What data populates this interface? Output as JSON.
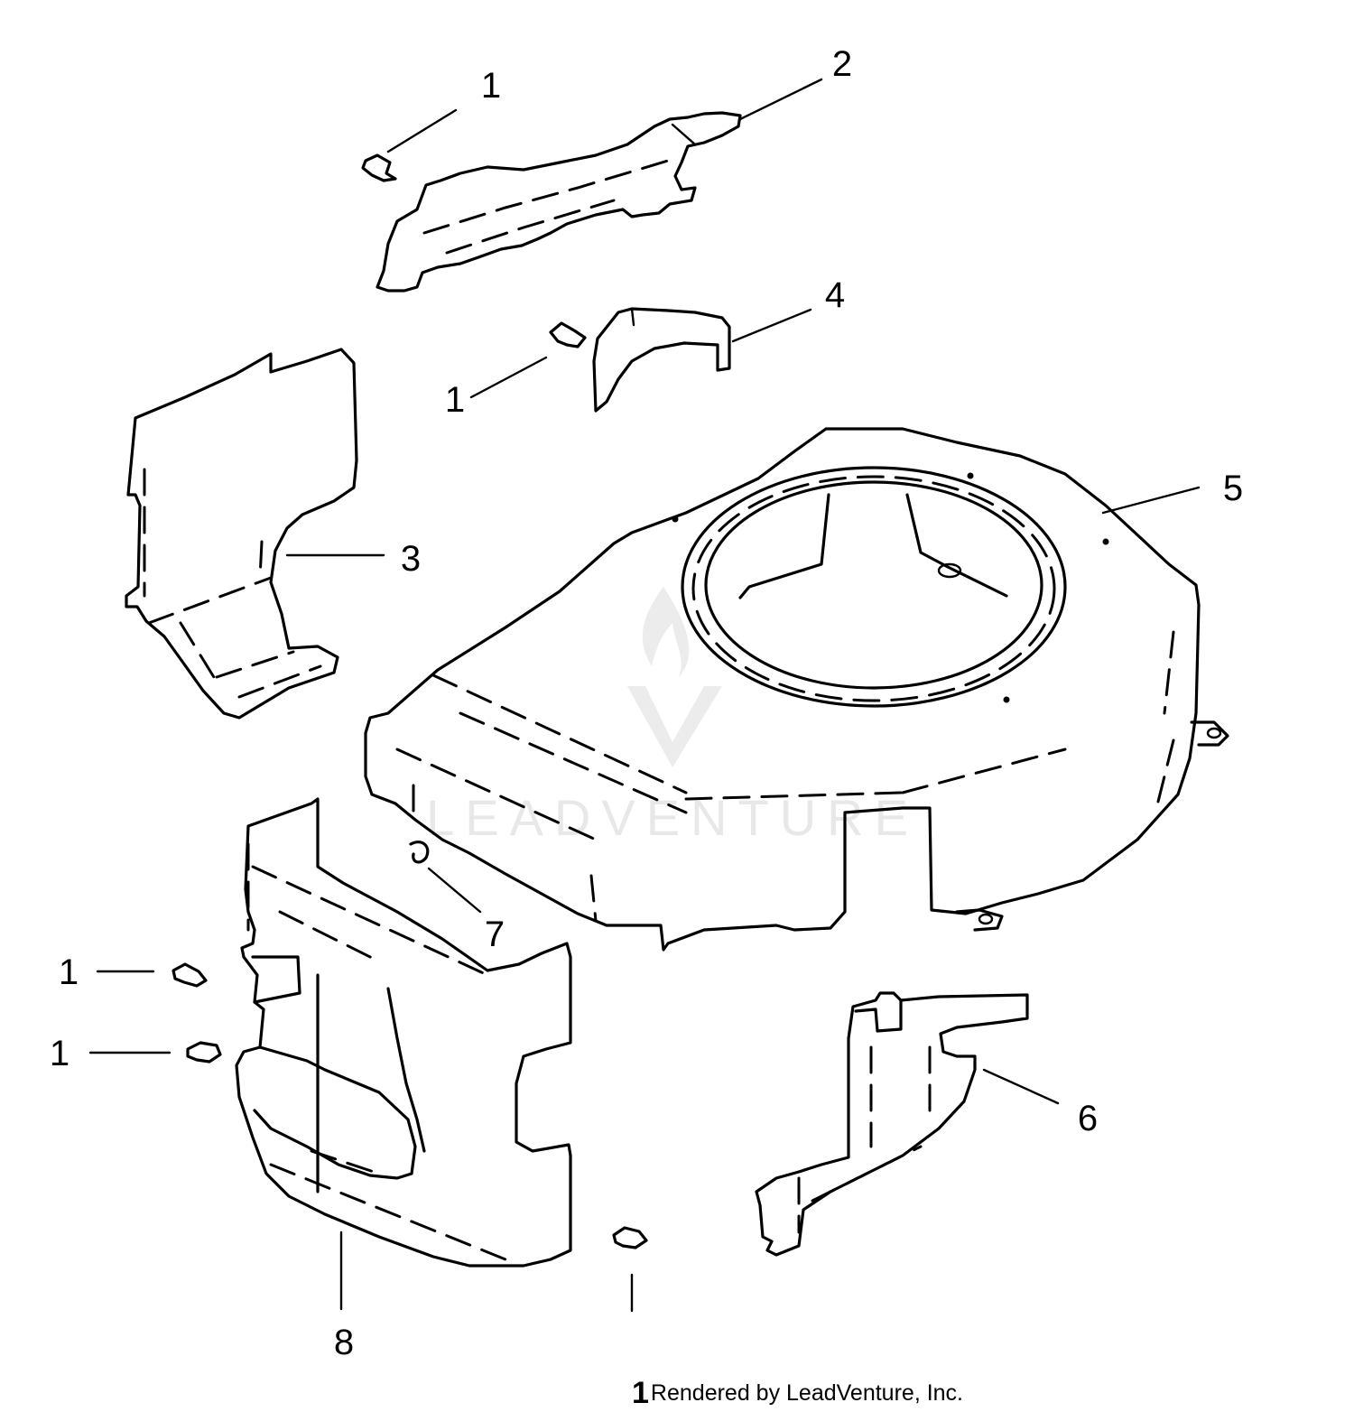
{
  "watermark": {
    "text": "LEADVENTURE"
  },
  "callouts": [
    {
      "id": "c1a",
      "label": "1"
    },
    {
      "id": "c2",
      "label": "2"
    },
    {
      "id": "c4",
      "label": "4"
    },
    {
      "id": "c1b",
      "label": "1"
    },
    {
      "id": "c3",
      "label": "3"
    },
    {
      "id": "c5",
      "label": "5"
    },
    {
      "id": "c7",
      "label": "7"
    },
    {
      "id": "c1c",
      "label": "1"
    },
    {
      "id": "c1d",
      "label": "1"
    },
    {
      "id": "c6",
      "label": "6"
    },
    {
      "id": "c8",
      "label": "8"
    }
  ],
  "footer": {
    "mark": "1",
    "text": "Rendered by LeadVenture, Inc."
  }
}
